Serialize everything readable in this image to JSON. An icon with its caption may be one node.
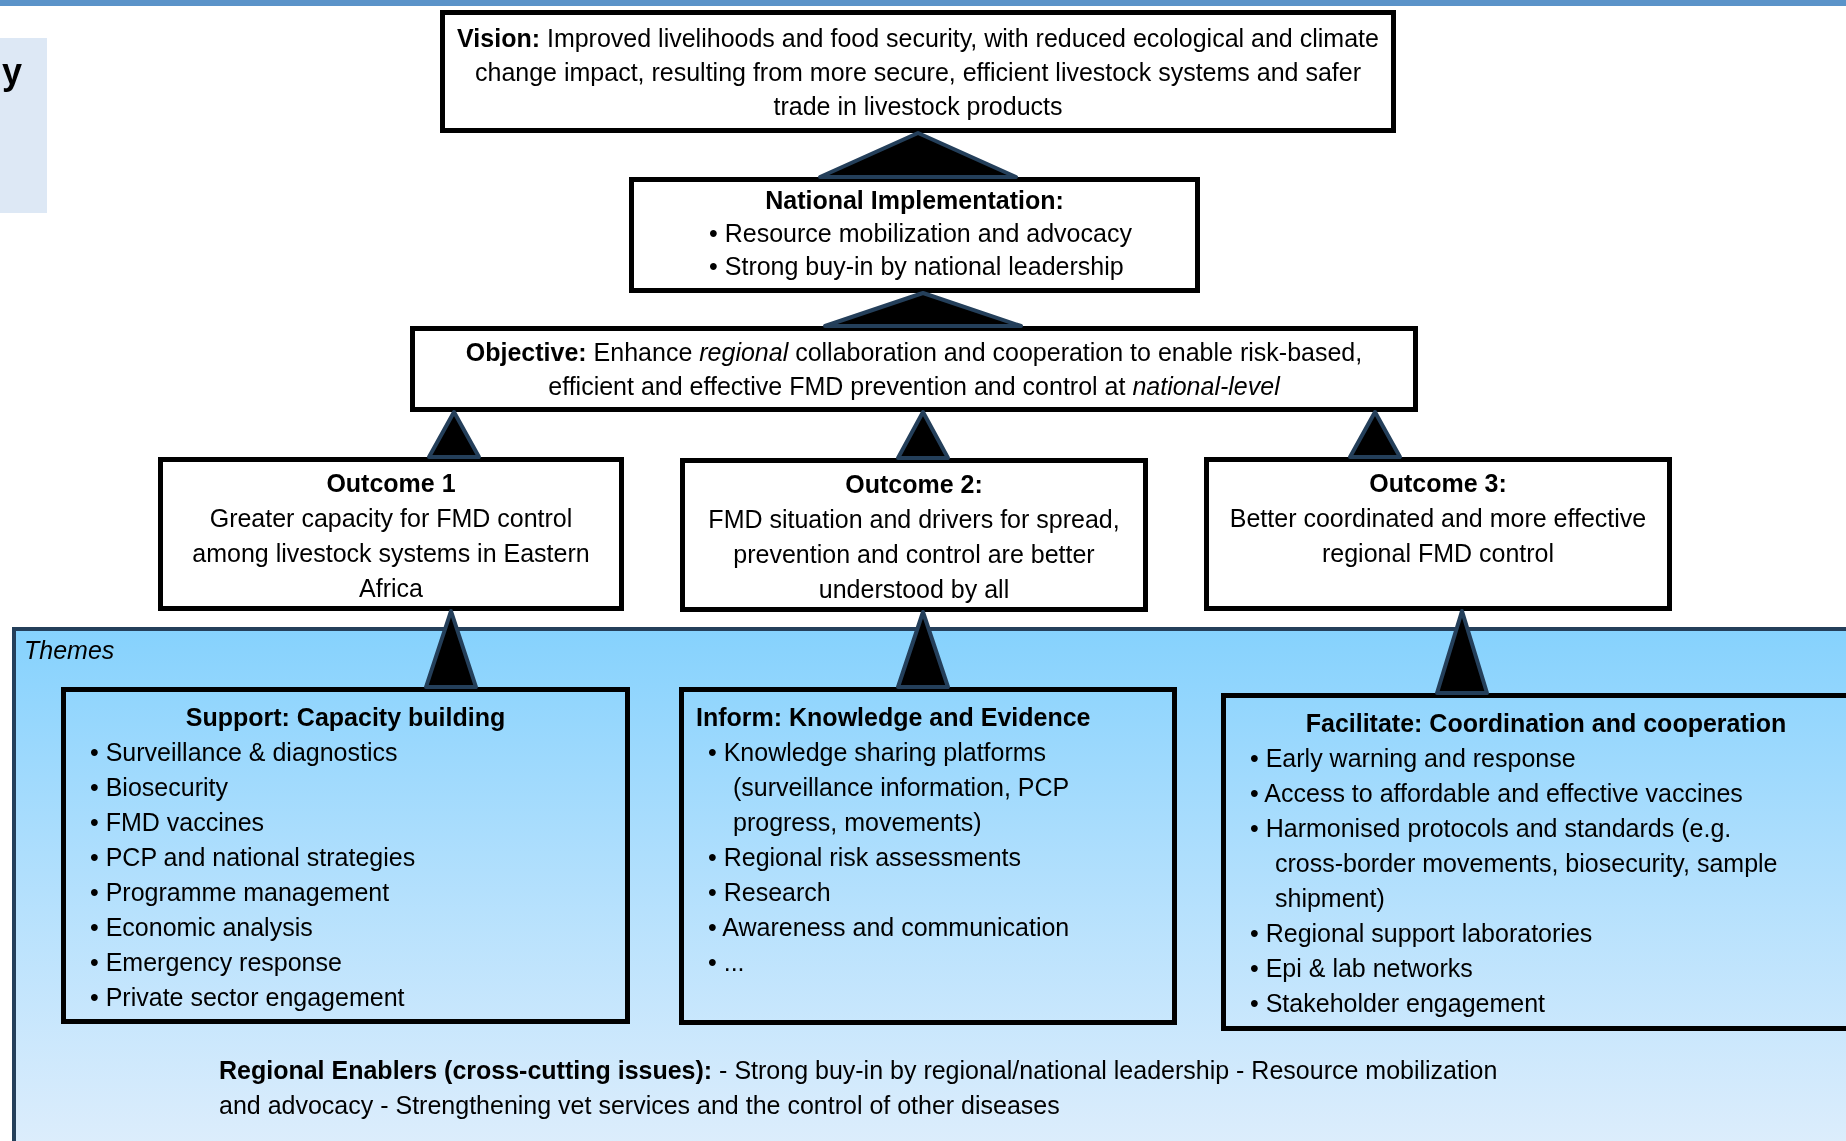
{
  "diagram": {
    "nodes": [
      {
        "text": [
          "y"
        ]
      },
      {
        "text": [
          "**Vision:** Improved livelihoods and food security, with reduced ecological and climate change impact, resulting from more secure, efficient livestock systems and safer trade in livestock products"
        ]
      },
      {
        "text": [
          "National Implementation:",
          "• Resource mobilization and advocacy",
          "• Strong buy-in by national leadership"
        ]
      },
      {
        "text": [
          "**Objective:** Enhance *regional* collaboration and cooperation to enable risk-based, efficient and effective FMD prevention and control at *national-level*"
        ]
      },
      {
        "text": [
          "Outcome 1",
          "Greater capacity for FMD control among livestock systems in Eastern Africa"
        ]
      },
      {
        "text": [
          "Outcome 2:",
          "FMD situation and drivers for spread, prevention and control are better understood by all"
        ]
      },
      {
        "text": [
          "Outcome 3:",
          "Better coordinated and more effective regional FMD control"
        ]
      },
      {
        "text": [
          "Themes",
          "**Regional Enablers (cross-cutting issues):** - Strong buy-in by regional/national leadership - Resource mobilization and advocacy  -  Strengthening vet services and the control of other diseases"
        ]
      },
      {
        "text": [
          "Support: Capacity building",
          "• Surveillance & diagnostics",
          "• Biosecurity",
          "• FMD vaccines",
          "• PCP and national strategies",
          "• Programme management",
          "• Economic analysis",
          "• Emergency response",
          "• Private sector engagement"
        ],
        "in": 7
      },
      {
        "text": [
          "Inform: Knowledge and Evidence",
          "• Knowledge sharing platforms (surveillance information, PCP progress, movements)",
          "• Regional risk assessments",
          "• Research",
          "• Awareness and communication",
          "• ..."
        ],
        "in": 7
      },
      {
        "text": [
          "Facilitate: Coordination and cooperation",
          "• Early warning and response",
          "• Access to affordable and effective vaccines",
          "• Harmonised protocols and standards (e.g. cross-border movements, biosecurity, sample shipment)",
          "• Regional support laboratories",
          "• Epi & lab networks",
          "• Stakeholder engagement"
        ],
        "in": 7
      }
    ],
    "edges": [
      {
        "from": 2,
        "to": 1,
        "arrow": "to"
      },
      {
        "from": 3,
        "to": 2,
        "arrow": "to"
      },
      {
        "from": 4,
        "to": 3,
        "arrow": "to"
      },
      {
        "from": 5,
        "to": 3,
        "arrow": "to"
      },
      {
        "from": 6,
        "to": 3,
        "arrow": "to"
      },
      {
        "from": 8,
        "to": 4,
        "arrow": "to"
      },
      {
        "from": 9,
        "to": 5,
        "arrow": "to"
      },
      {
        "from": 10,
        "to": 6,
        "arrow": "to"
      }
    ]
  }
}
